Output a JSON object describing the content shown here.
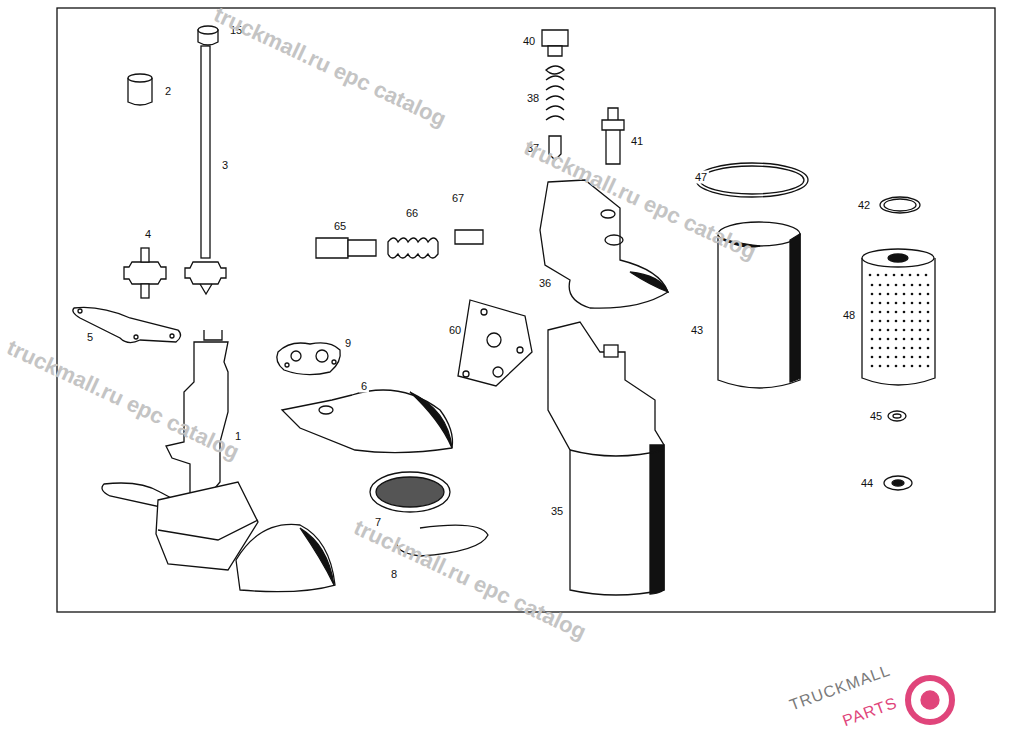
{
  "diagram": {
    "labels": [
      "15",
      "2",
      "3",
      "4",
      "5",
      "1",
      "9",
      "6",
      "7",
      "8",
      "65",
      "66",
      "67",
      "60",
      "40",
      "38",
      "37",
      "41",
      "36",
      "35",
      "47",
      "43",
      "42",
      "48",
      "45",
      "44",
      "truckmall.ru epc catalog",
      "truckmall.ru epc catalog",
      "truckmall.ru epc catalog",
      "truckmall.ru epc catalog",
      "TRUCKMALL",
      "PARTS"
    ]
  }
}
